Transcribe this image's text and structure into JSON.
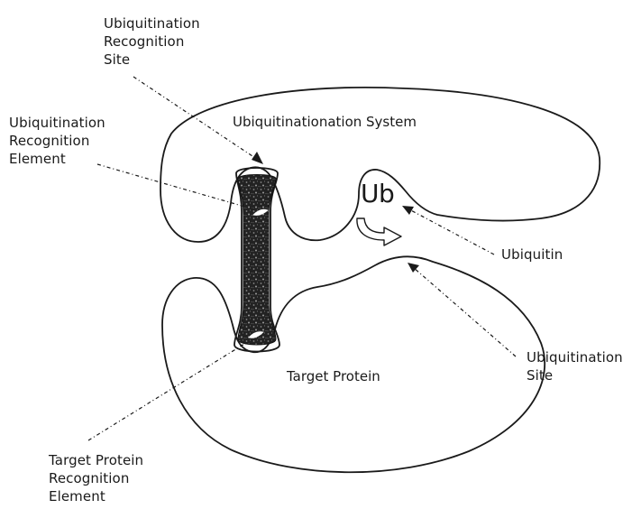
{
  "diagram": {
    "system_label": "Ubiquitinationation System",
    "target_label": "Target Protein",
    "ub_label": "Ub",
    "callouts": {
      "recognition_site": [
        "Ubiquitination",
        "Recognition",
        "Site"
      ],
      "recognition_element": [
        "Ubiquitination",
        "Recognition",
        "Element"
      ],
      "ubiquitin": [
        "Ubiquitin"
      ],
      "ubiquitination_site": [
        "Ubiquitination",
        "Site"
      ],
      "target_recognition_element": [
        "Target Protein",
        "Recognition",
        "Element"
      ]
    }
  }
}
